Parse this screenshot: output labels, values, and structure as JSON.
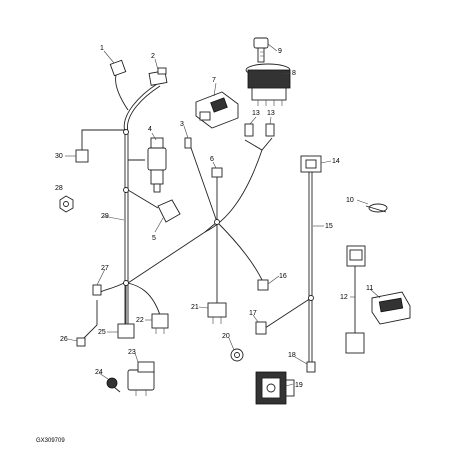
{
  "diagram": {
    "callouts": [
      "1",
      "2",
      "3",
      "4",
      "5",
      "6",
      "7",
      "8",
      "9",
      "10",
      "11",
      "12",
      "13",
      "13",
      "14",
      "15",
      "16",
      "17",
      "18",
      "19",
      "20",
      "21",
      "22",
      "23",
      "24",
      "25",
      "26",
      "27",
      "28",
      "29",
      "30"
    ],
    "figure_id": "GX309709"
  }
}
